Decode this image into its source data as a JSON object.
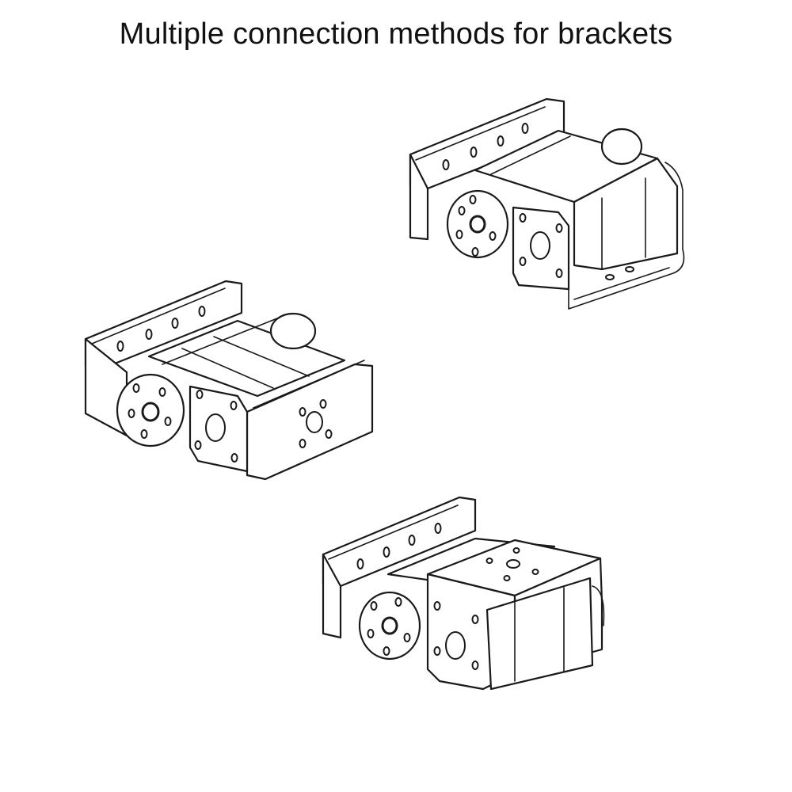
{
  "title": "Multiple connection methods for brackets",
  "colors": {
    "line": "#1a1a1a",
    "background": "#ffffff"
  },
  "assemblies": [
    {
      "id": "top-right",
      "kind": "u-bracket-servo-side-mount"
    },
    {
      "id": "middle-left",
      "kind": "u-bracket-servo-flat-mount"
    },
    {
      "id": "bottom-right",
      "kind": "u-bracket-servo-end-mount"
    }
  ]
}
